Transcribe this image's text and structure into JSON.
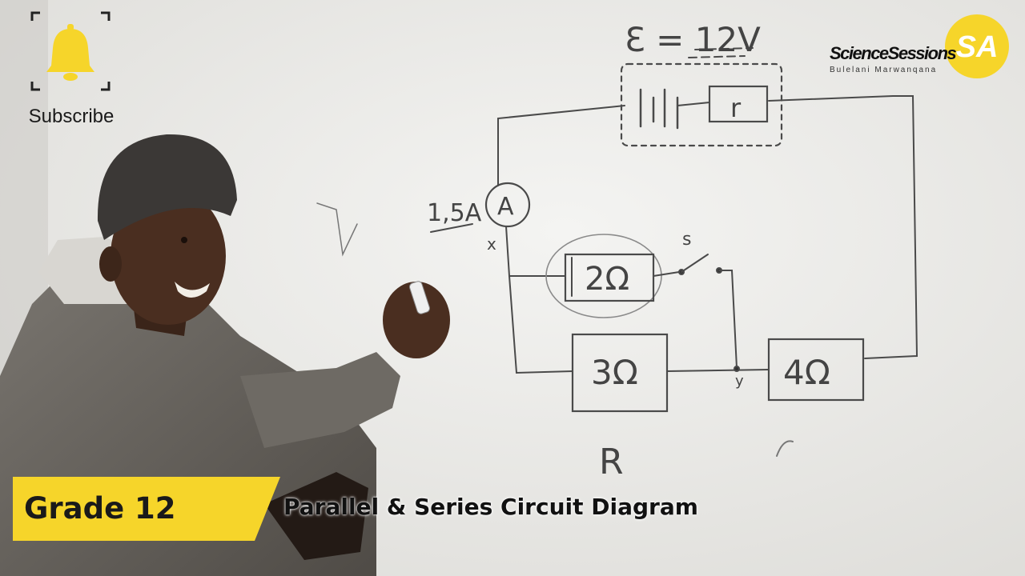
{
  "subscribe": {
    "label": "Subscribe",
    "icon": "bell-icon",
    "icon_color": "#f6d52a"
  },
  "channel": {
    "name": "ScienceSessions",
    "abbr": "SA",
    "presenter": "Bulelani Marwanqana",
    "accent": "#f6d52a"
  },
  "banner": {
    "grade": "Grade 12",
    "title": "Parallel & Series Circuit Diagram",
    "color": "#f6d52a"
  },
  "board": {
    "emf": "Ɛ = 12V",
    "internal_resistor": "r",
    "ammeter": "A",
    "current": "1,5A",
    "node_x": "x",
    "node_y": "y",
    "switch": "s",
    "resistor_2": "2Ω",
    "resistor_3": "3Ω",
    "resistor_4": "4Ω",
    "label_R": "R"
  }
}
